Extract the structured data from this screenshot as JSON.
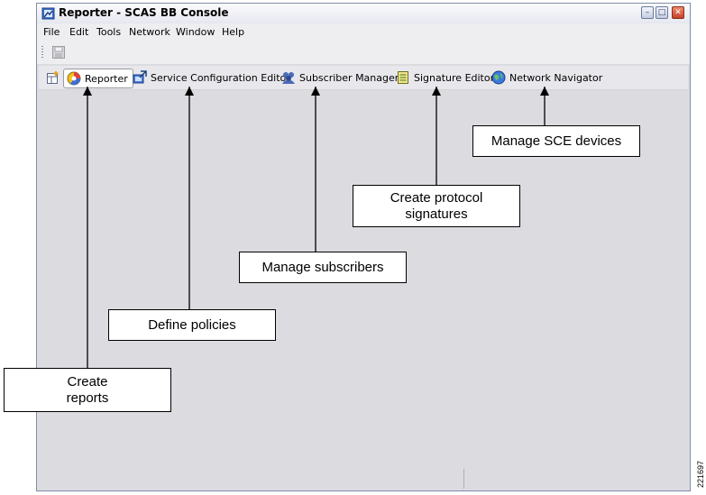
{
  "window": {
    "title": "Reporter - SCAS BB Console",
    "controls": {
      "minimize": "–",
      "maximize": "□",
      "close": "✕"
    }
  },
  "menubar": {
    "items": [
      "File",
      "Edit",
      "Tools",
      "Network",
      "Window",
      "Help"
    ]
  },
  "toolbar": {
    "items": [
      {
        "icon": "save-icon",
        "enabled": false
      }
    ]
  },
  "perspective_bar": {
    "open_perspective_icon": "open-perspective-icon",
    "items": [
      {
        "label": "Reporter",
        "icon": "reporter-icon",
        "active": true
      },
      {
        "label": "Service Configuration Editor",
        "icon": "service-configuration-icon",
        "active": false
      },
      {
        "label": "Subscriber Manager",
        "icon": "subscriber-manager-icon",
        "active": false
      },
      {
        "label": "Signature Editor",
        "icon": "signature-editor-icon",
        "active": false
      },
      {
        "label": "Network Navigator",
        "icon": "network-navigator-icon",
        "active": false
      }
    ]
  },
  "callouts": [
    {
      "text": "Create\nreports",
      "target": "Reporter"
    },
    {
      "text": "Define policies",
      "target": "Service Configuration Editor"
    },
    {
      "text": "Manage subscribers",
      "target": "Subscriber Manager"
    },
    {
      "text": "Create protocol\nsignatures",
      "target": "Signature Editor"
    },
    {
      "text": "Manage SCE devices",
      "target": "Network Navigator"
    }
  ],
  "figure_id": "221697",
  "colors": {
    "workspace": "#dcdbe0",
    "window_border": "#7f8ea8",
    "callout_border": "#000000"
  }
}
